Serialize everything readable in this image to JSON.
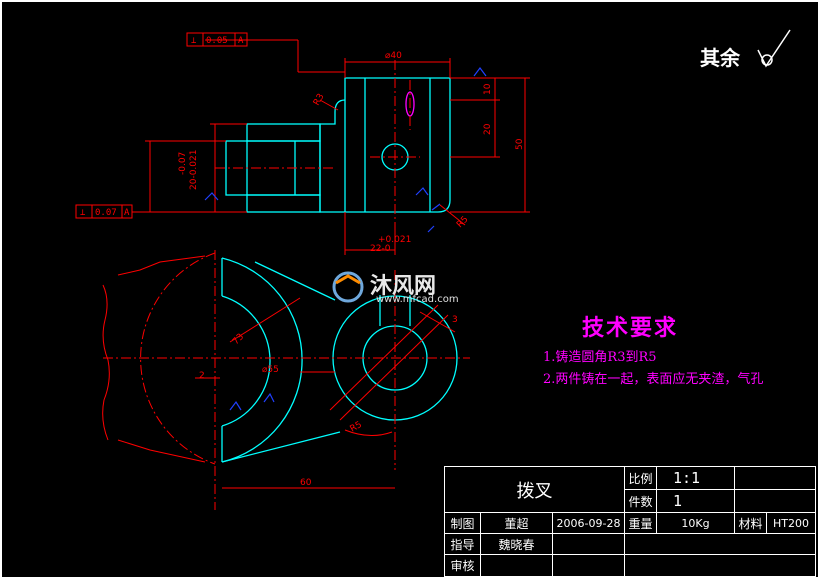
{
  "roughness_note": "其余",
  "watermark": {
    "brand": "沐风网",
    "url": "www.mfcad.com"
  },
  "tolerance_frames": [
    {
      "symbol": "⊥",
      "value": "0.05",
      "datum": "A"
    },
    {
      "symbol": "⊥",
      "value": "0.07",
      "datum": "A"
    }
  ],
  "dimensions": {
    "d40": "⌀40",
    "d10": "10",
    "d20_right": "20",
    "d50": "50",
    "r3_top": "R3",
    "r5": "R5",
    "tol_upper": "+0.021",
    "d22": "22-0",
    "d20_left_a": "-0.07",
    "d20_left_b": "20-0.021",
    "d73": "73",
    "d55": "⌀55",
    "d2": "2",
    "d60": "60",
    "d3": "3",
    "r5_bottom": "R5"
  },
  "tech_requirements": {
    "title": "技术要求",
    "items": [
      "1.铸造圆角R3到R5",
      "2.两件铸在一起，表面应无夹渣，气孔"
    ]
  },
  "title_block": {
    "part_name": "拨叉",
    "scale_label": "比例",
    "scale_value": "1:1",
    "qty_label": "件数",
    "qty_value": "1",
    "drawn_label": "制图",
    "drawn_name": "董超",
    "date": "2006-09-28",
    "weight_label": "重量",
    "weight_value": "10Kg",
    "material_label": "材料",
    "material_value": "HT200",
    "guide_label": "指导",
    "guide_name": "魏晓春",
    "review_label": "审核"
  },
  "colors": {
    "outline": "#00ffff",
    "dimension": "#ff0000",
    "text": "#ffffff",
    "annotation": "#ff00ff",
    "symbol": "#0000ff"
  }
}
